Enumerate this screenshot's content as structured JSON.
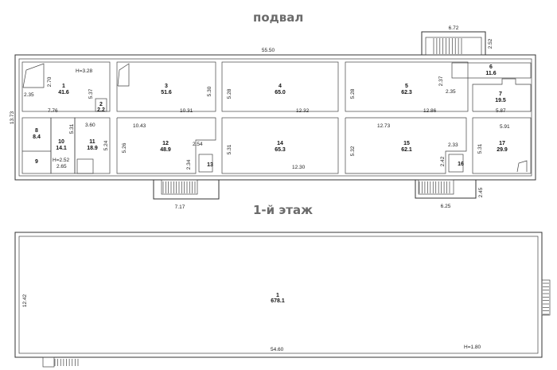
{
  "titles": {
    "basement": "подвал",
    "first_floor": "1-й этаж"
  },
  "basement": {
    "overall_width": "55.50",
    "overall_depth": "13.73",
    "top_stair_width": "6.72",
    "top_stair_depth": "2.52",
    "bottom_left_stair_width": "7.17",
    "bottom_right_stair_width": "6.25",
    "bottom_right_stair_depth": "2.45",
    "rooms": [
      {
        "num": "1",
        "area": "41.6",
        "dims": [
          "7.76",
          "5.37",
          "2.35",
          "2.70"
        ],
        "height": "H=3.28"
      },
      {
        "num": "2",
        "area": "2.2"
      },
      {
        "num": "3",
        "area": "51.6",
        "dims": [
          "10.31",
          "5.30"
        ]
      },
      {
        "num": "4",
        "area": "65.0",
        "dims": [
          "12.32",
          "5.28"
        ]
      },
      {
        "num": "5",
        "area": "62.3",
        "dims": [
          "12.86",
          "5.28",
          "2.35",
          "2.37"
        ]
      },
      {
        "num": "6",
        "area": "11.6"
      },
      {
        "num": "7",
        "area": "19.5",
        "dims": [
          "5.87"
        ]
      },
      {
        "num": "8",
        "area": "8.4"
      },
      {
        "num": "9",
        "area": ""
      },
      {
        "num": "10",
        "area": "14.1",
        "dims": [
          "5.31",
          "2.65"
        ],
        "height": "H=2.52"
      },
      {
        "num": "11",
        "area": "18.9",
        "dims": [
          "3.60",
          "5.24"
        ]
      },
      {
        "num": "12",
        "area": "48.9",
        "dims": [
          "10.43",
          "5.26",
          "2.54",
          "2.34"
        ]
      },
      {
        "num": "13",
        "area": ""
      },
      {
        "num": "14",
        "area": "65.3",
        "dims": [
          "12.30",
          "5.31"
        ]
      },
      {
        "num": "15",
        "area": "62.1",
        "dims": [
          "12.73",
          "5.32",
          "2.33",
          "2.42"
        ]
      },
      {
        "num": "16",
        "area": ""
      },
      {
        "num": "17",
        "area": "29.9",
        "dims": [
          "5.91",
          "5.31"
        ]
      }
    ]
  },
  "first_floor": {
    "overall_width": "54.60",
    "overall_depth": "12.42",
    "height": "H=1.80",
    "rooms": [
      {
        "num": "1",
        "area": "678.1"
      }
    ]
  }
}
